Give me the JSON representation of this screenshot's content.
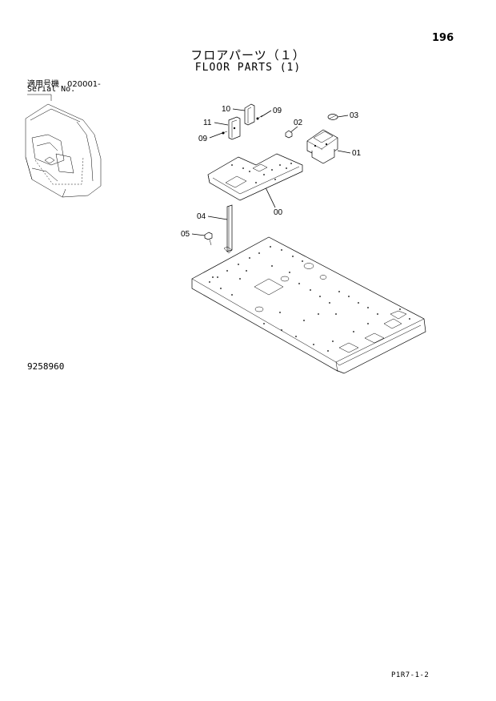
{
  "header": {
    "page_number": "196",
    "title_jp": "フロアパーツ（１）",
    "title_en": "FLOOR PARTS (1)"
  },
  "serial": {
    "label_jp": "適用号機　020001-",
    "label_en": "Serial No."
  },
  "drawing_number": "9258960",
  "page_code": "P1R7-1-2",
  "callouts": {
    "c10": "10",
    "c09a": "09",
    "c11": "11",
    "c09b": "09",
    "c02": "02",
    "c03": "03",
    "c01": "01",
    "c00": "00",
    "c04": "04",
    "c05": "05"
  }
}
